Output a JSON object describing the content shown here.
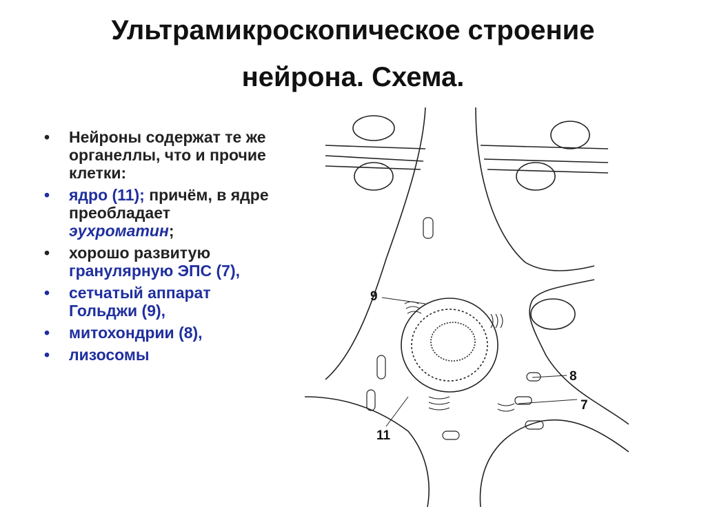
{
  "title": {
    "line1": "Ультрамикроскопическое строение",
    "line2": "нейрона. Схема."
  },
  "bullets": {
    "b1": "Нейроны содержат те же органеллы, что и прочие клетки:",
    "b2_blue": "ядро (11);",
    "b2_rest": " причём, в ядре преобладает ",
    "b2_ital": "эухроматин",
    "b2_end": ";",
    "b3_black": "хорошо развитую ",
    "b3_blue": "гранулярную ЭПС (7),",
    "b4": "сетчатый аппарат Гольджи (9),",
    "b5": "митохондрии (8),",
    "b6": "лизосомы",
    "marker": "•"
  },
  "diagram": {
    "callouts": {
      "c9": "9",
      "c8": "8",
      "c7": "7",
      "c11": "11"
    },
    "line_color": "#222222"
  }
}
